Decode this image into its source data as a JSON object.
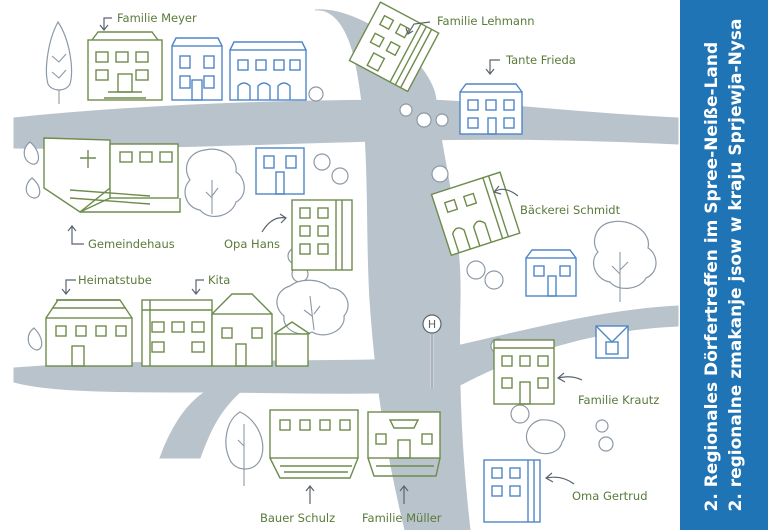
{
  "banner": {
    "line1": "2. Regionales Dörfertreffen im Spree-Neiße-Land",
    "line2": "2. regionalne zmakanje jsow w kraju Sprjewja-Nysa",
    "background": "#1f74b6",
    "text_color": "#ffffff"
  },
  "colors": {
    "road": "#b9c3cc",
    "building_green": "#6e8c4c",
    "building_blue": "#4f86c6",
    "label_text": "#5a7a3a",
    "tree_outline": "#8c99a6"
  },
  "map": {
    "labels": {
      "familie_meyer": "Familie Meyer",
      "familie_lehmann": "Familie Lehmann",
      "tante_frieda": "Tante Frieda",
      "gemeindehaus": "Gemeindehaus",
      "opa_hans": "Opa Hans",
      "baeckerei_schmidt": "Bäckerei Schmidt",
      "heimatstube": "Heimatstube",
      "kita": "Kita",
      "familie_krautz": "Familie Krautz",
      "oma_gertrud": "Oma Gertrud",
      "bauer_schulz": "Bauer Schulz",
      "familie_mueller": "Familie Müller"
    },
    "bus_stop_symbol": "H"
  }
}
